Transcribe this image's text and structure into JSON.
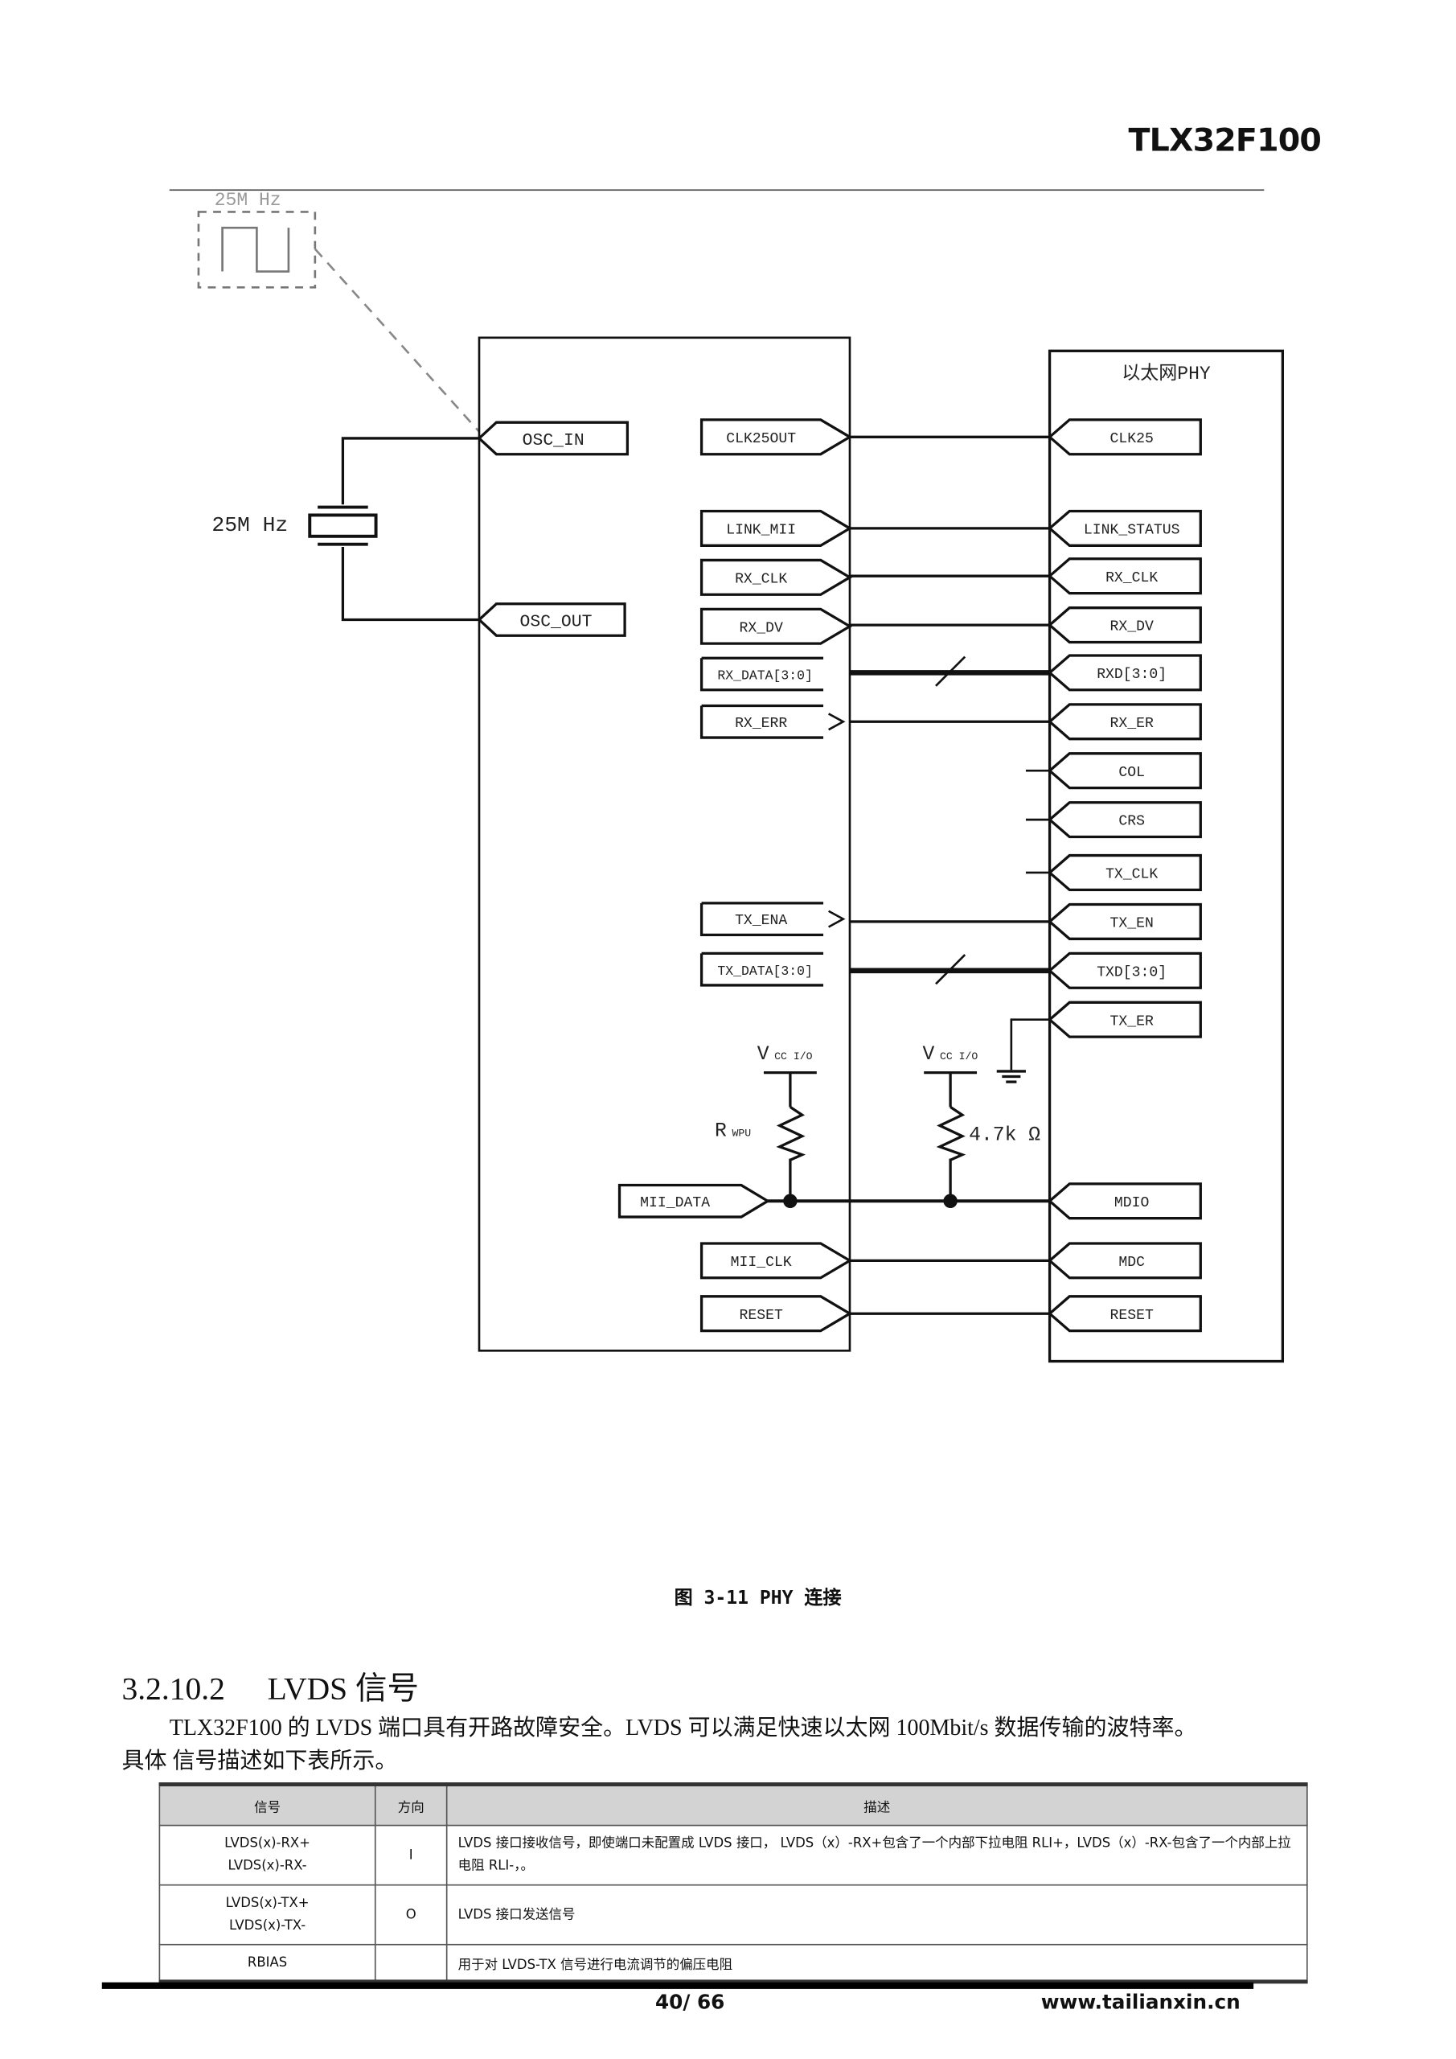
{
  "header": {
    "doc_title": "TLX32F100"
  },
  "diagram": {
    "osc_waveform_label": "25M Hz",
    "crystal_label": "25M Hz",
    "phy_title": "以太网PHY",
    "osc_in": "OSC_IN",
    "osc_out": "OSC_OUT",
    "chip_pins": [
      "CLK25OUT",
      "LINK_MII",
      "RX_CLK",
      "RX_DV",
      "RX_DATA[3:0]",
      "RX_ERR",
      "TX_ENA",
      "TX_DATA[3:0]",
      "MII_CLK",
      "RESET"
    ],
    "mii_data": "MII_DATA",
    "phy_pins": [
      "CLK25",
      "LINK_STATUS",
      "RX_CLK",
      "RX_DV",
      "RXD[3:0]",
      "RX_ER",
      "COL",
      "CRS",
      "TX_CLK",
      "TX_EN",
      "TXD[3:0]",
      "TX_ER",
      "MDIO",
      "MDC",
      "RESET"
    ],
    "vcc_label": "V",
    "vcc_sub": "CC I/O",
    "rwpu_label": "R",
    "rwpu_sub": "WPU",
    "pullup_value": "4.7k Ω"
  },
  "caption": "图 3-11 PHY 连接",
  "section": {
    "number": "3.2.10.2",
    "title": "LVDS 信号"
  },
  "paragraph": {
    "line1": "TLX32F100 的 LVDS 端口具有开路故障安全。LVDS 可以满足快速以太网 100Mbit/s 数据传输的波特率。",
    "line2": "具体 信号描述如下表所示。"
  },
  "table": {
    "headers": [
      "信号",
      "方向",
      "描述"
    ],
    "rows": [
      {
        "signal": [
          "LVDS(x)-RX+",
          "LVDS(x)-RX-"
        ],
        "dir": "I",
        "desc": "LVDS 接口接收信号，即使端口未配置成 LVDS 接口， LVDS（x）-RX+包含了一个内部下拉电阻 RLI+，LVDS（x）-RX-包含了一个内部上拉电阻 RLI-，。"
      },
      {
        "signal": [
          "LVDS(x)-TX+",
          "LVDS(x)-TX-"
        ],
        "dir": "O",
        "desc": "LVDS 接口发送信号"
      },
      {
        "signal": [
          "RBIAS",
          ""
        ],
        "dir": "",
        "desc": "用于对 LVDS-TX 信号进行电流调节的偏压电阻"
      }
    ]
  },
  "footer": {
    "page": "40/ 66",
    "website": "www.tailianxin.cn"
  }
}
